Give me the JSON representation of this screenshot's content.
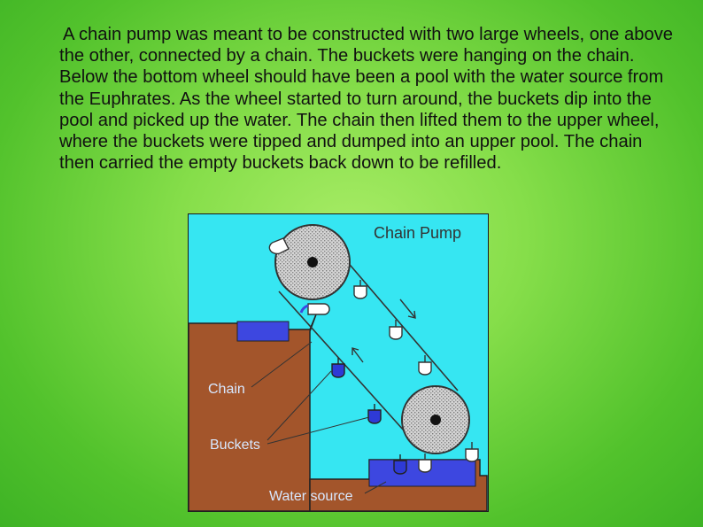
{
  "slide": {
    "paragraph": "A chain pump was meant to be constructed with two large wheels, one above the other, connected by a chain. The buckets were hanging on the chain. Below the bottom wheel should have been a pool with the water source from the Euphrates. As the wheel started to turn around, the buckets dip into the pool and picked up the water. The chain then lifted them to the upper wheel, where the buckets were tipped and dumped into an upper pool. The chain then carried the empty buckets back down to be refilled."
  },
  "diagram": {
    "title": "Chain Pump",
    "labels": {
      "chain": "Chain",
      "buckets": "Buckets",
      "water_source": "Water source"
    },
    "colors": {
      "sky": "#36e6f2",
      "earth": "#a3552b",
      "water": "#3d47e0",
      "wheel": "#cfcfcf",
      "bucket_empty": "#ffffff",
      "bucket_full": "#2e3ad6"
    }
  }
}
